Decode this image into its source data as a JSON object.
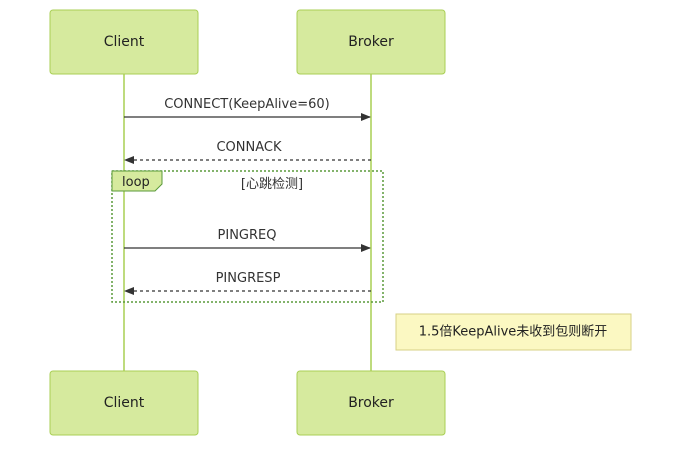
{
  "diagram": {
    "type": "sequence",
    "participants": {
      "client": "Client",
      "broker": "Broker"
    },
    "messages": [
      {
        "label": "CONNECT(KeepAlive=60)",
        "from": "client",
        "to": "broker",
        "style": "solid"
      },
      {
        "label": "CONNACK",
        "from": "broker",
        "to": "client",
        "style": "dashed"
      },
      {
        "label": "PINGREQ",
        "from": "client",
        "to": "broker",
        "style": "solid"
      },
      {
        "label": "PINGRESP",
        "from": "broker",
        "to": "client",
        "style": "dashed"
      }
    ],
    "loop": {
      "tag": "loop",
      "title": "[心跳检测]"
    },
    "note": {
      "text": "1.5倍KeepAlive未收到包则断开",
      "over": "broker"
    },
    "colors": {
      "actor_fill": "#d6ea9e",
      "actor_border": "#a9cf54",
      "lifeline": "#a9cf54",
      "loop_border": "#5a9a3a",
      "note_fill": "#fbf8c2",
      "note_border": "#d7d086",
      "arrow": "#333333"
    }
  }
}
